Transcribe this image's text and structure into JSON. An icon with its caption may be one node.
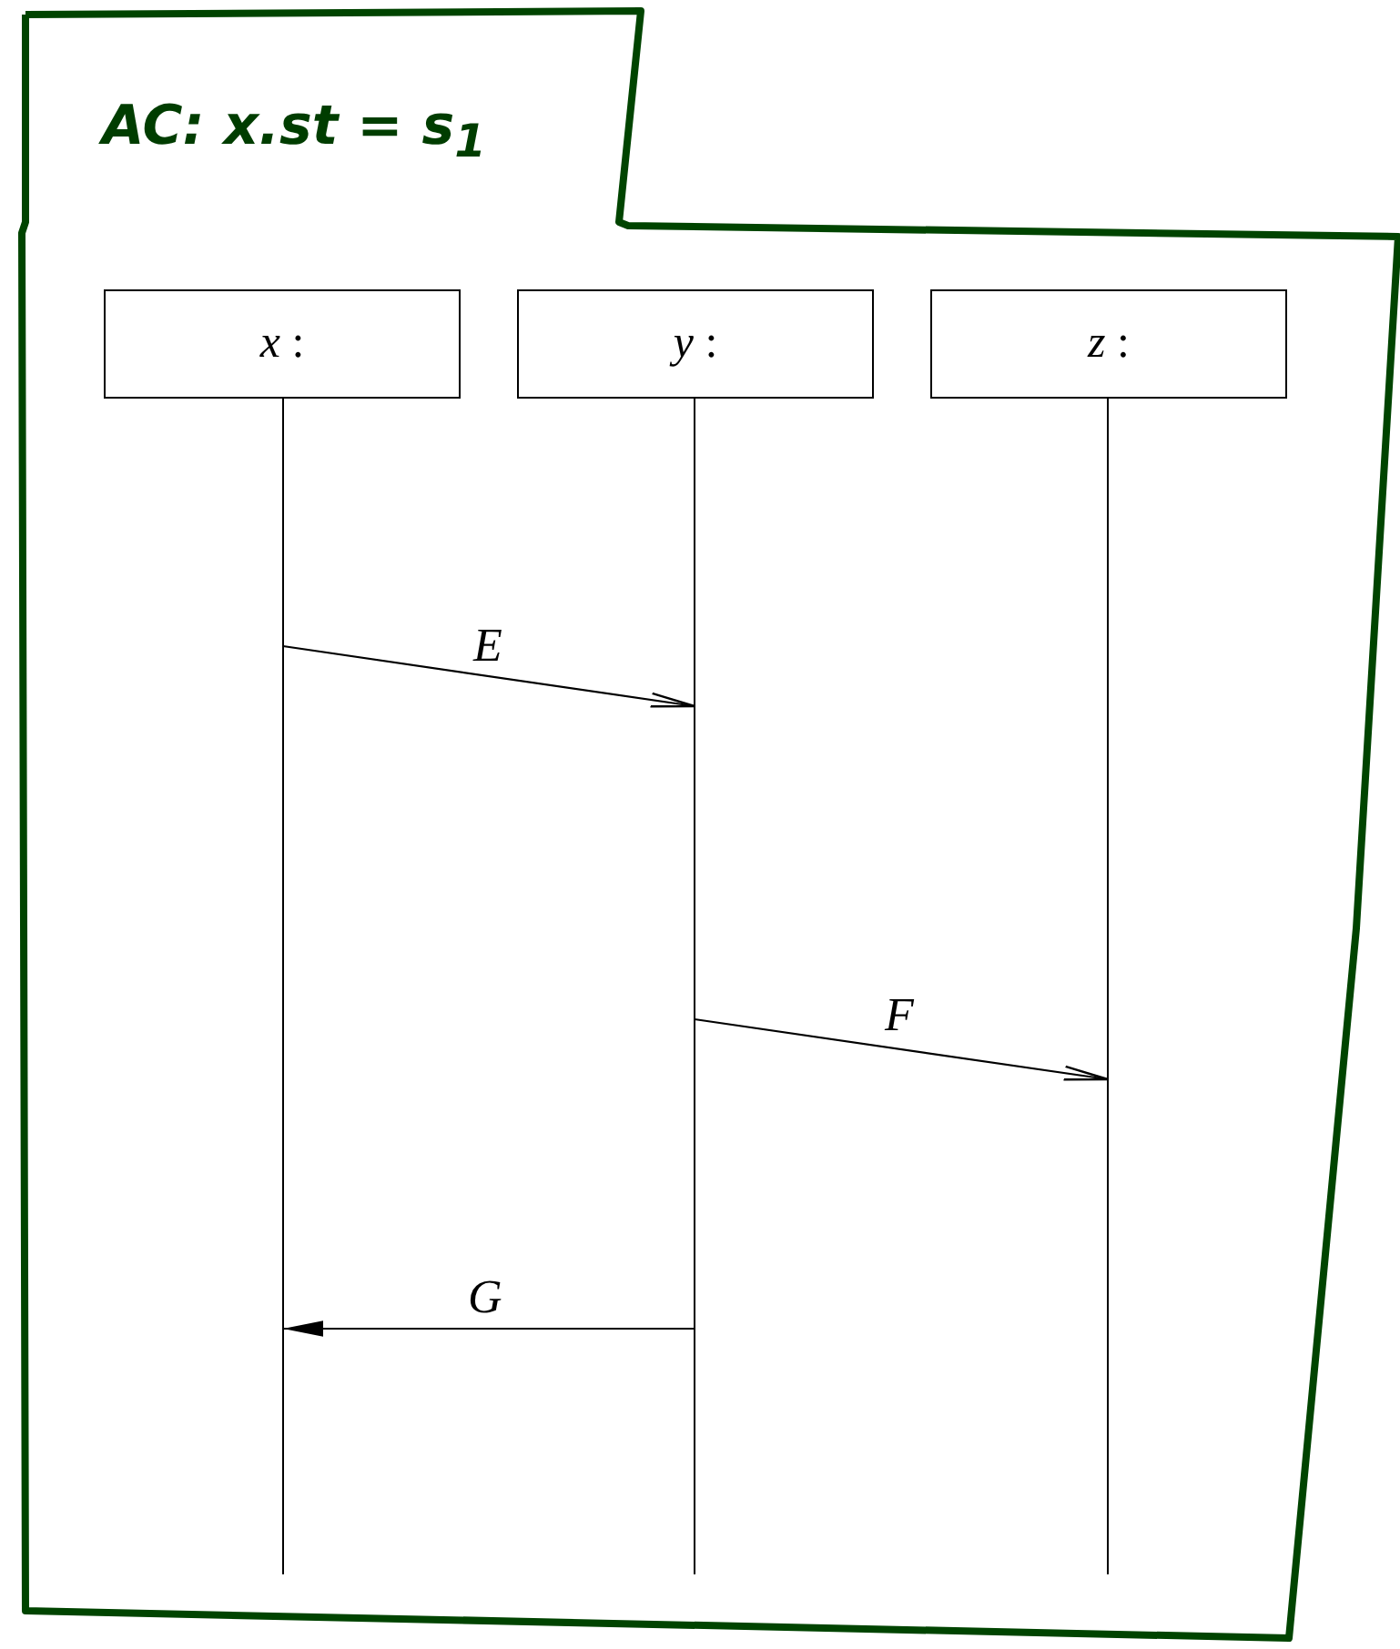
{
  "diagram": {
    "nodes": [
      {
        "text": [
          "AC: x.st = s$_{1}$"
        ]
      },
      {
        "text": [
          "*x* :"
        ],
        "in": 0
      },
      {
        "text": [
          "*y* :"
        ],
        "in": 0
      },
      {
        "text": [
          "*z* :"
        ],
        "in": 0
      },
      {
        "text": [],
        "shape": "bar",
        "in": 0
      },
      {
        "text": [],
        "shape": "bar",
        "in": 0
      },
      {
        "text": [],
        "shape": "bar",
        "in": 0
      }
    ],
    "edges": [
      {
        "from": 4,
        "to": 5,
        "arrow": "to",
        "label": "E"
      },
      {
        "from": 5,
        "to": 6,
        "arrow": "to",
        "label": "F"
      },
      {
        "from": 5,
        "to": 4,
        "arrow": "to",
        "label": "G"
      }
    ]
  }
}
